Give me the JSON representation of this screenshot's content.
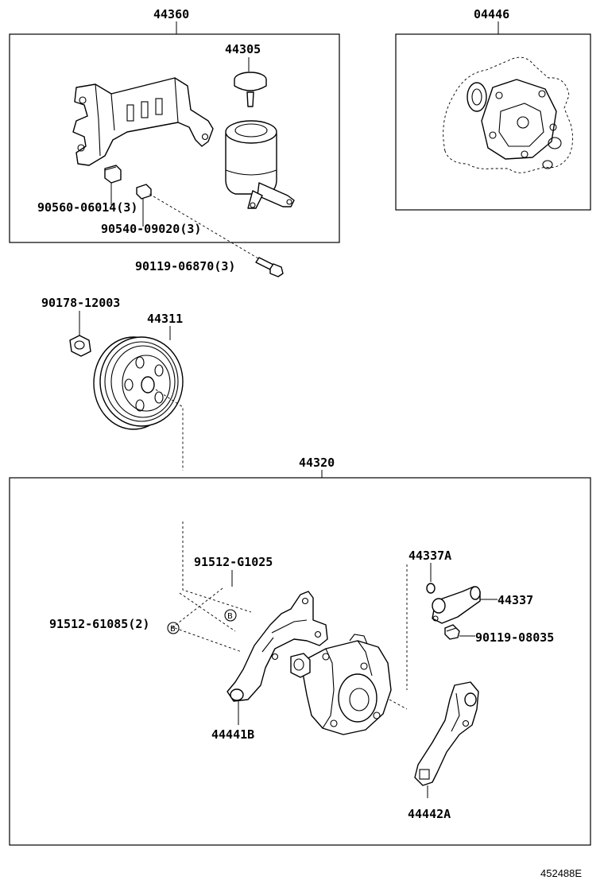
{
  "callouts": {
    "assy_reservoir_bracket": "44360",
    "reservoir_cap": "44305",
    "gasket_kit": "04446",
    "bolt_90560": "90560-06014(3)",
    "collar_90540": "90540-09020(3)",
    "bolt_90119_06870": "90119-06870(3)",
    "nut_90178": "90178-12003",
    "pulley": "44311",
    "vane_pump_assy": "44320",
    "bolt_g1025": "91512-G1025",
    "bolt_61085": "91512-61085(2)",
    "o_ring": "44337A",
    "union": "44337",
    "bolt_90119_08035": "90119-08035",
    "bracket_b": "44441B",
    "bracket_a": "44442A"
  },
  "marks": {
    "b_marker": "B"
  },
  "reference": "452488E"
}
